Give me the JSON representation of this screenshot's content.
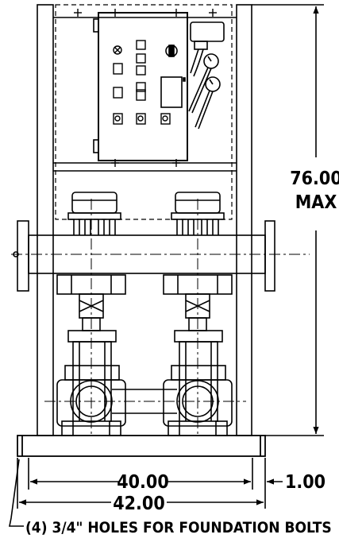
{
  "dimensions": {
    "height_value": "76.00",
    "height_unit": "MAX",
    "inner_width": "40.00",
    "overall_width": "42.00",
    "overhang": "1.00"
  },
  "notes": {
    "foundation": "(4) 3/4\" HOLES FOR FOUNDATION BOLTS"
  },
  "colors": {
    "line": "#000000",
    "background": "#ffffff"
  }
}
